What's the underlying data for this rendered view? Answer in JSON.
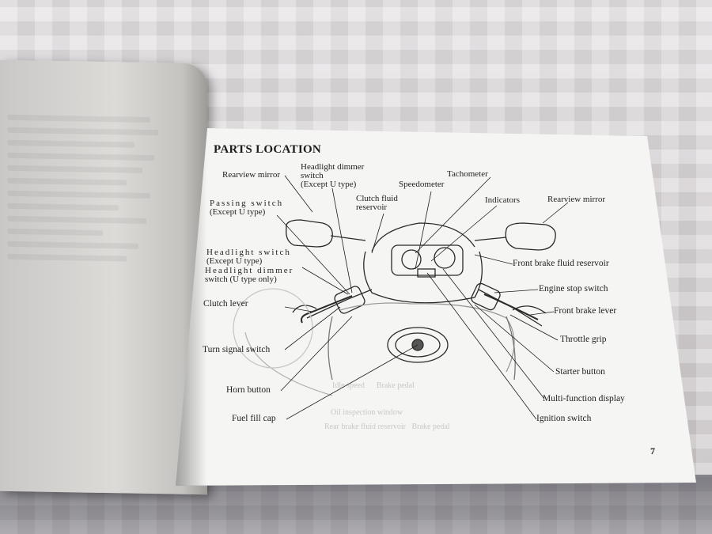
{
  "page": {
    "title": "PARTS LOCATION",
    "number": "7"
  },
  "labels": {
    "rearview_mirror_left": "Rearview mirror",
    "headlight_dimmer_switch": [
      "Headlight dimmer",
      "switch",
      "(Except U type)"
    ],
    "clutch_fluid_reservoir": [
      "Clutch fluid",
      "reservoir"
    ],
    "speedometer": "Speedometer",
    "tachometer": "Tachometer",
    "indicators": "Indicators",
    "rearview_mirror_right": "Rearview mirror",
    "passing_switch": [
      "Passing switch",
      "(Except U type)"
    ],
    "headlight_switch": [
      "Headlight switch",
      "(Except U type)"
    ],
    "headlight_dimmer_u": [
      "Headlight dimmer",
      "switch (U type only)"
    ],
    "clutch_lever": "Clutch lever",
    "turn_signal_switch": "Turn signal switch",
    "horn_button": "Horn button",
    "fuel_fill_cap": "Fuel fill cap",
    "front_brake_fluid_reservoir": "Front brake fluid reservoir",
    "engine_stop_switch": "Engine stop switch",
    "front_brake_lever": "Front brake lever",
    "throttle_grip": "Throttle grip",
    "starter_button": "Starter button",
    "multi_function_display": "Multi-function display",
    "ignition_switch": "Ignition switch"
  }
}
